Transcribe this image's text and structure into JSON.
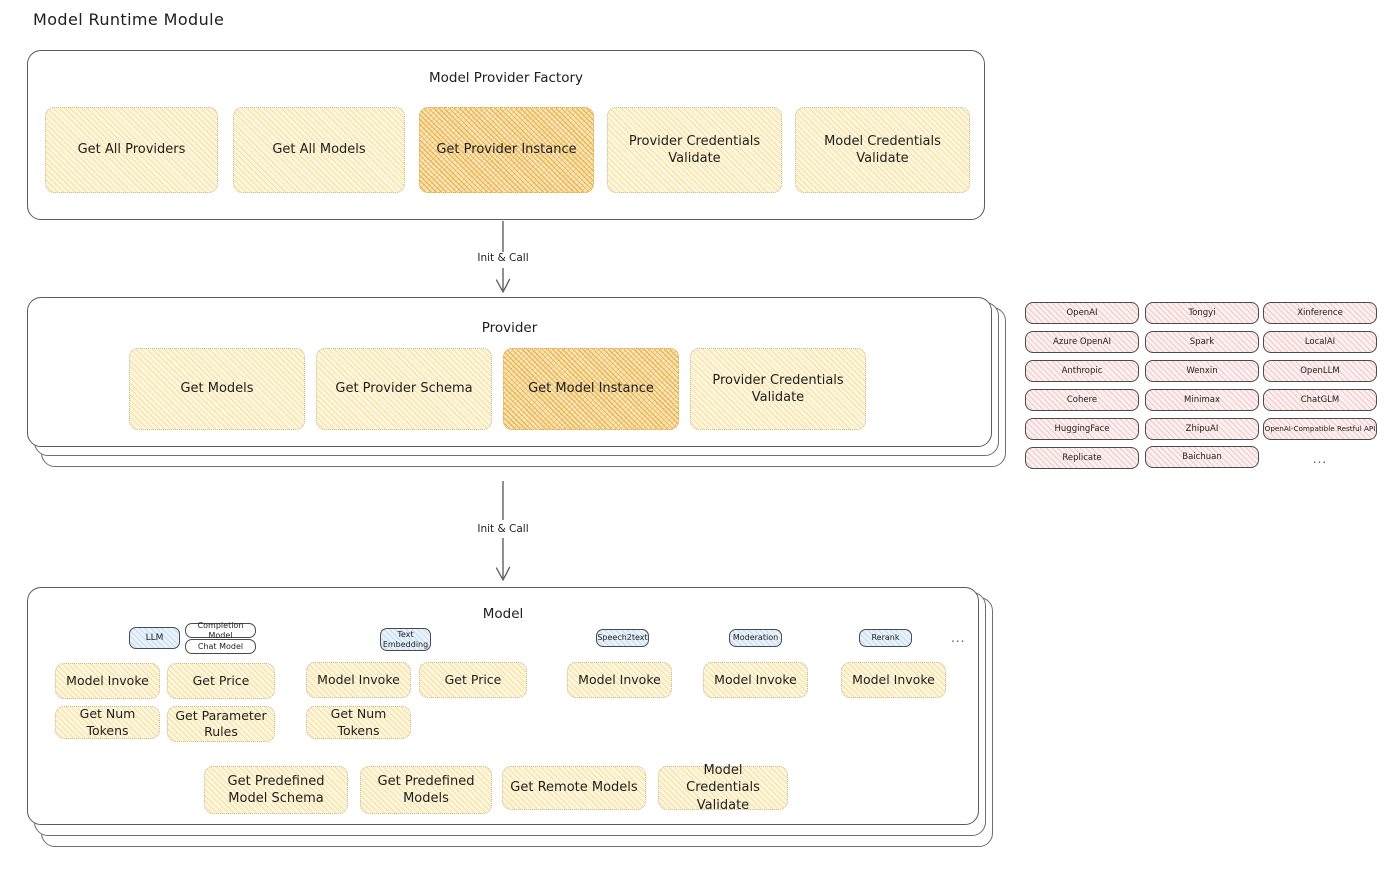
{
  "page": {
    "title": "Model Runtime Module"
  },
  "factory": {
    "title": "Model Provider Factory",
    "nodes": [
      {
        "label": "Get All Providers",
        "highlight": false
      },
      {
        "label": "Get All Models",
        "highlight": false
      },
      {
        "label": "Get Provider Instance",
        "highlight": true
      },
      {
        "label": "Provider Credentials Validate",
        "highlight": false
      },
      {
        "label": "Model Credentials Validate",
        "highlight": false
      }
    ]
  },
  "arrows": [
    {
      "label": "Init & Call"
    },
    {
      "label": "Init & Call"
    }
  ],
  "provider": {
    "title": "Provider",
    "nodes": [
      {
        "label": "Get Models",
        "highlight": false
      },
      {
        "label": "Get Provider Schema",
        "highlight": false
      },
      {
        "label": "Get Model Instance",
        "highlight": true
      },
      {
        "label": "Provider Credentials Validate",
        "highlight": false
      }
    ]
  },
  "provider_list": {
    "columns": [
      [
        "OpenAI",
        "Azure OpenAI",
        "Anthropic",
        "Cohere",
        "HuggingFace",
        "Replicate"
      ],
      [
        "Tongyi",
        "Spark",
        "Wenxin",
        "Minimax",
        "ZhipuAI",
        "Baichuan"
      ],
      [
        "Xinference",
        "LocalAI",
        "OpenLLM",
        "ChatGLM",
        "OpenAI-Compatible Restful API"
      ]
    ],
    "more": "..."
  },
  "model": {
    "title": "Model",
    "more": "...",
    "types": [
      {
        "badge": "LLM",
        "sub_badges": [
          "Completion Model",
          "Chat Model"
        ],
        "methods": [
          {
            "label": "Model Invoke",
            "highlight": true
          },
          {
            "label": "Get Price",
            "highlight": false
          },
          {
            "label": "Get Num Tokens",
            "highlight": false
          },
          {
            "label": "Get Parameter Rules",
            "highlight": false
          }
        ]
      },
      {
        "badge": "Text\nEmbedding",
        "sub_badges": [],
        "methods": [
          {
            "label": "Model Invoke",
            "highlight": true
          },
          {
            "label": "Get Price",
            "highlight": false
          },
          {
            "label": "Get Num Tokens",
            "highlight": false
          }
        ]
      },
      {
        "badge": "Speech2text",
        "sub_badges": [],
        "methods": [
          {
            "label": "Model Invoke",
            "highlight": true
          }
        ]
      },
      {
        "badge": "Moderation",
        "sub_badges": [],
        "methods": [
          {
            "label": "Model Invoke",
            "highlight": true
          }
        ]
      },
      {
        "badge": "Rerank",
        "sub_badges": [],
        "methods": [
          {
            "label": "Model Invoke",
            "highlight": true
          }
        ]
      }
    ],
    "shared_methods": [
      {
        "label": "Get Predefined Model Schema"
      },
      {
        "label": "Get Predefined Models"
      },
      {
        "label": "Get Remote Models"
      },
      {
        "label": "Model Credentials Validate"
      }
    ]
  },
  "colors": {
    "node_fill": "#fdf6de",
    "node_highlight_fill": "#fae7bd",
    "chip_fill": "#fdf0f0",
    "badge_fill": "#e8f2fb",
    "stroke": "#1e1e1e",
    "container_stroke": "#5b5b5b"
  }
}
